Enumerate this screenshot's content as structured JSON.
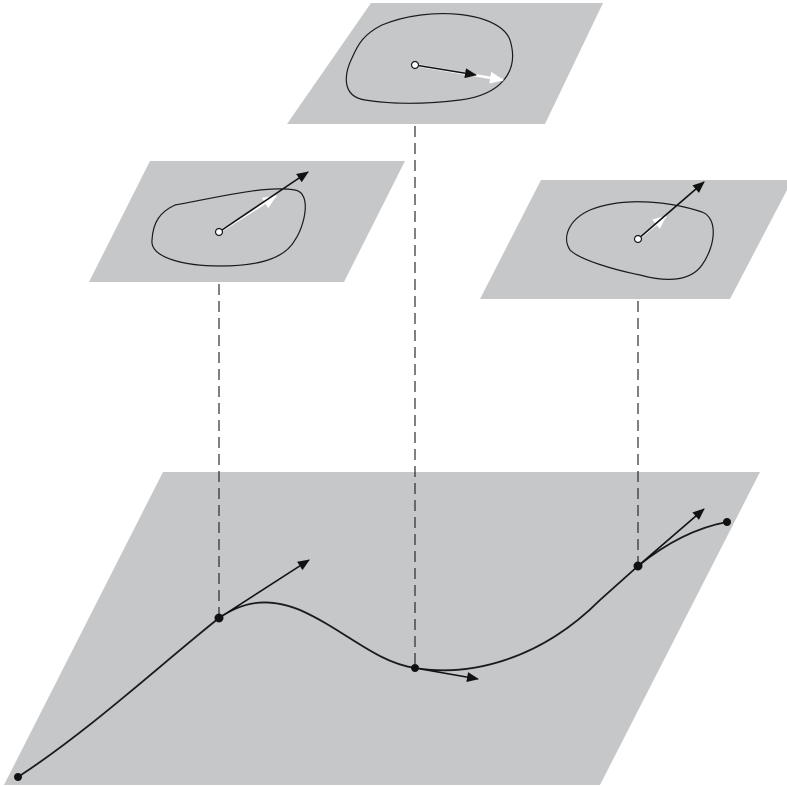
{
  "colors": {
    "plane_fill": "#c6c7c9",
    "curve": "#1a1a1a",
    "tangent_vector": "#111111",
    "transported_vector": "#ffffff",
    "base_point_fill": "#ffffff",
    "curve_point_fill": "#111111",
    "background": "#ffffff"
  },
  "elements": {
    "base_plane": "base-manifold-plane",
    "fiber_planes": [
      "fiber-plane-left",
      "fiber-plane-middle",
      "fiber-plane-right"
    ],
    "curve_points": [
      "curve-start-point",
      "curve-point-left",
      "curve-point-middle",
      "curve-point-right",
      "curve-end-point"
    ],
    "tangent_vectors": [
      "tangent-vector-left",
      "tangent-vector-middle",
      "tangent-vector-right"
    ],
    "connectors": [
      "connector-left",
      "connector-middle",
      "connector-right"
    ]
  }
}
